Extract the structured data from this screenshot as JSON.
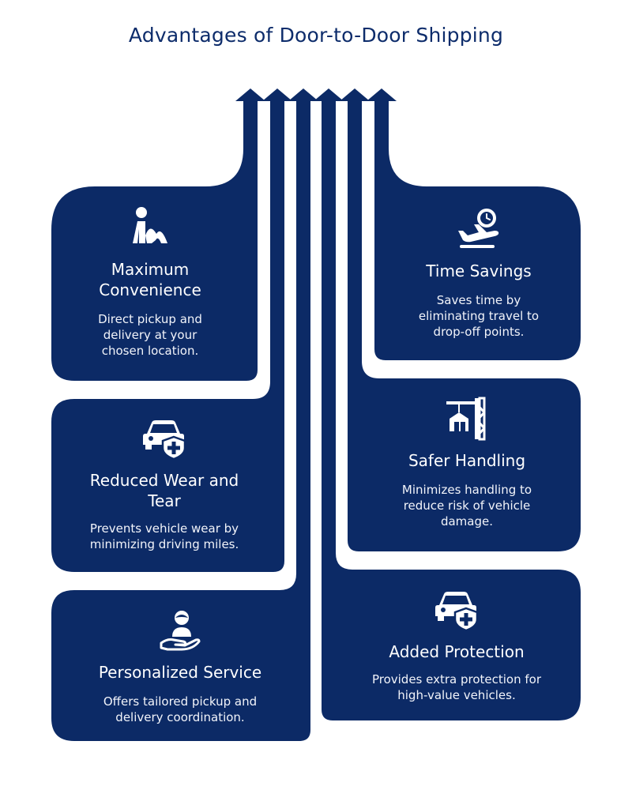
{
  "title": "Advantages of Door-to-Door Shipping",
  "colors": {
    "navy": "#0c2a66",
    "text": "#ffffff",
    "title": "#0d2c6b"
  },
  "cards": {
    "maximum_convenience": {
      "icon": "reclining-person-icon",
      "title": "Maximum\nConvenience",
      "desc": "Direct pickup and\ndelivery at your\nchosen location."
    },
    "reduced_wear": {
      "icon": "car-shield-icon",
      "title": "Reduced Wear and\nTear",
      "desc": "Prevents vehicle wear by\nminimizing driving miles."
    },
    "personalized_service": {
      "icon": "hand-person-icon",
      "title": "Personalized Service",
      "desc": "Offers tailored pickup and\ndelivery coordination."
    },
    "time_savings": {
      "icon": "plane-clock-icon",
      "title": "Time Savings",
      "desc": "Saves time by\neliminating travel to\ndrop-off points."
    },
    "safer_handling": {
      "icon": "crane-icon",
      "title": "Safer Handling",
      "desc": "Minimizes handling to\nreduce risk of vehicle\ndamage."
    },
    "added_protection": {
      "icon": "car-shield-icon",
      "title": "Added Protection",
      "desc": "Provides extra protection for\nhigh-value vehicles."
    }
  }
}
